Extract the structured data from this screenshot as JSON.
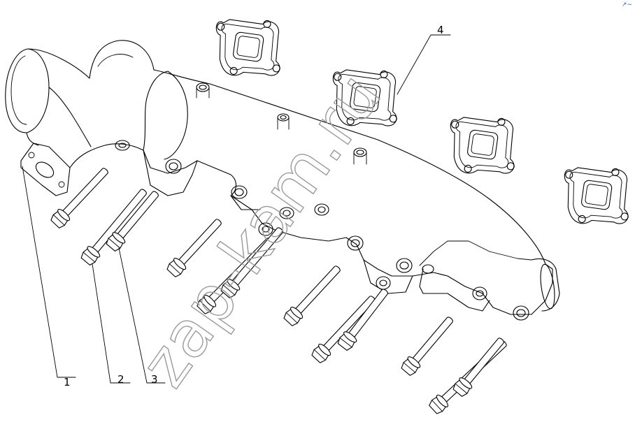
{
  "watermark": "zap-kam.ru",
  "callouts": [
    {
      "id": "1",
      "label": "1"
    },
    {
      "id": "2",
      "label": "2"
    },
    {
      "id": "3",
      "label": "3"
    },
    {
      "id": "4",
      "label": "4"
    }
  ],
  "corner_mark": "↗∼"
}
